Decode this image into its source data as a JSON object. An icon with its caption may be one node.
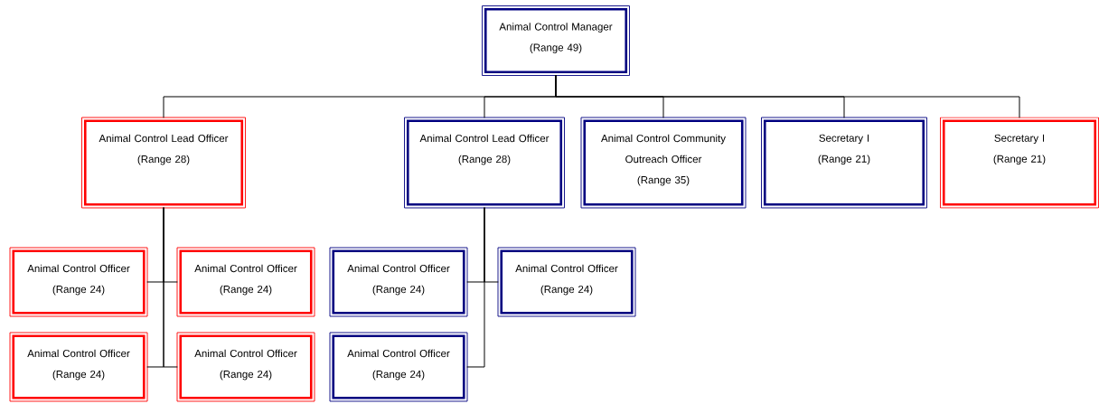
{
  "diagram": {
    "nodes": [
      {
        "text": [
          "Animal Control Manager",
          "(Range 49)"
        ]
      },
      {
        "text": [
          "Animal Control Lead Officer",
          "(Range 28)"
        ]
      },
      {
        "text": [
          "Animal Control Lead Officer",
          "(Range 28)"
        ]
      },
      {
        "text": [
          "Animal Control Community Outreach Officer",
          "(Range 35)"
        ]
      },
      {
        "text": [
          "Secretary I",
          "(Range 21)"
        ]
      },
      {
        "text": [
          "Secretary I",
          "(Range 21)"
        ]
      },
      {
        "text": [
          "Animal Control Officer",
          "(Range 24)"
        ]
      },
      {
        "text": [
          "Animal Control Officer",
          "(Range 24)"
        ]
      },
      {
        "text": [
          "Animal Control Officer",
          "(Range 24)"
        ]
      },
      {
        "text": [
          "Animal Control Officer",
          "(Range 24)"
        ]
      },
      {
        "text": [
          "Animal Control Officer",
          "(Range 24)"
        ]
      },
      {
        "text": [
          "Animal  Control Officer",
          "(Range 24)"
        ]
      },
      {
        "text": [
          "Animal Control Officer",
          "(Range 24)"
        ]
      }
    ],
    "edges": [
      {
        "from": 0,
        "to": 1,
        "arrow": "none"
      },
      {
        "from": 0,
        "to": 2,
        "arrow": "none"
      },
      {
        "from": 0,
        "to": 3,
        "arrow": "none"
      },
      {
        "from": 0,
        "to": 4,
        "arrow": "none"
      },
      {
        "from": 0,
        "to": 5,
        "arrow": "none"
      },
      {
        "from": 1,
        "to": 6,
        "arrow": "none"
      },
      {
        "from": 1,
        "to": 7,
        "arrow": "none"
      },
      {
        "from": 1,
        "to": 8,
        "arrow": "none"
      },
      {
        "from": 1,
        "to": 9,
        "arrow": "none"
      },
      {
        "from": 2,
        "to": 10,
        "arrow": "none"
      },
      {
        "from": 2,
        "to": 11,
        "arrow": "none"
      },
      {
        "from": 2,
        "to": 12,
        "arrow": "none"
      }
    ]
  }
}
